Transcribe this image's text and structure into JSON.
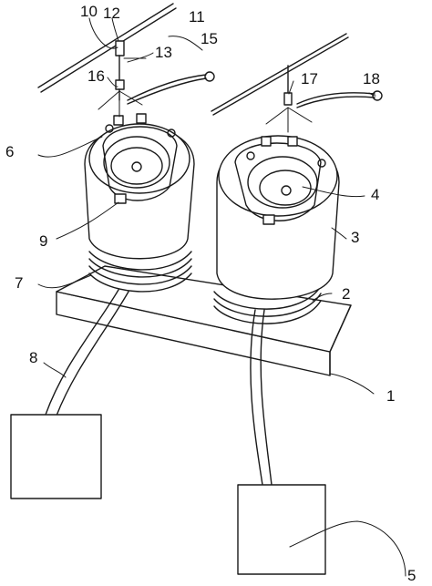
{
  "figure": {
    "labels": {
      "l1": "1",
      "l2": "2",
      "l3": "3",
      "l4": "4",
      "l5": "5",
      "l6": "6",
      "l7": "7",
      "l8": "8",
      "l9": "9",
      "l10": "10",
      "l11": "11",
      "l12": "12",
      "l13": "13",
      "l15": "15",
      "l16": "16",
      "l17": "17",
      "l18": "18"
    }
  }
}
